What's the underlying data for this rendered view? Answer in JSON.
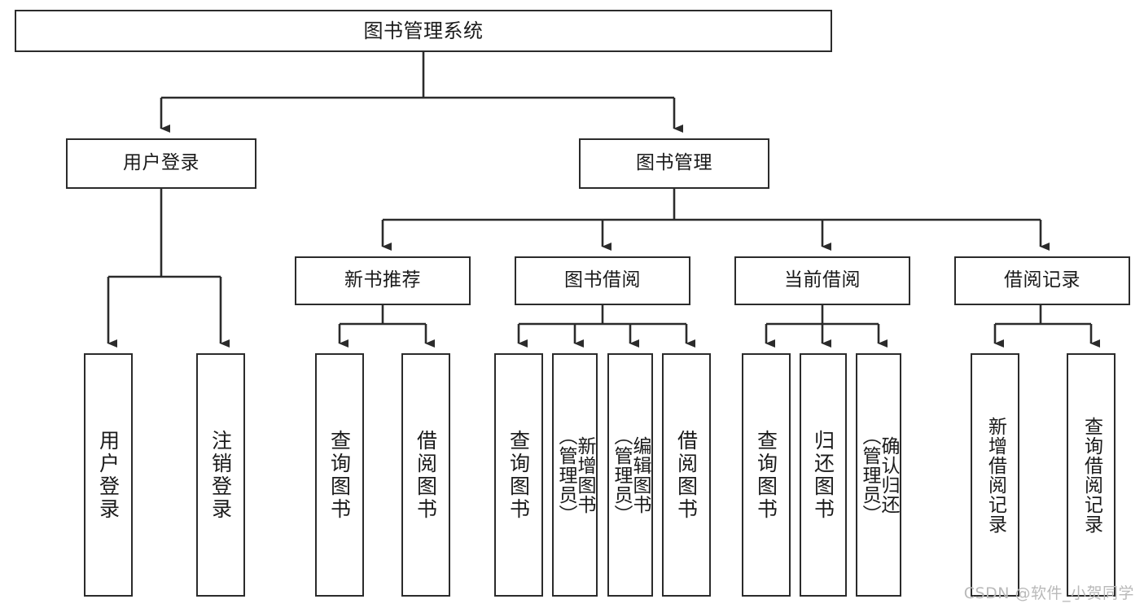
{
  "diagram": {
    "title": "图书管理系统",
    "type": "hierarchy-tree",
    "watermark": "CSDN @软件_小贺同学",
    "colors": {
      "box_border": "#2b2b2b",
      "box_fill": "#ffffff",
      "edge": "#2b2b2b",
      "text": "#1a1a1a",
      "watermark": "#b9b9b9",
      "background": "#ffffff"
    },
    "levels": {
      "root": "图书管理系统",
      "level2": [
        "用户登录",
        "图书管理"
      ],
      "level3": [
        "新书推荐",
        "图书借阅",
        "当前借阅",
        "借阅记录"
      ]
    },
    "nodes": {
      "root": {
        "label": "图书管理系统"
      },
      "user_login": {
        "label": "用户登录"
      },
      "book_manage": {
        "label": "图书管理"
      },
      "new_book_rec": {
        "label": "新书推荐"
      },
      "book_borrow": {
        "label": "图书借阅"
      },
      "current_borrow": {
        "label": "当前借阅"
      },
      "borrow_record": {
        "label": "借阅记录"
      },
      "leaf_user_login": {
        "label": "用户登录"
      },
      "leaf_user_logout": {
        "label": "注销登录"
      },
      "leaf_rec_query": {
        "label": "查询图书"
      },
      "leaf_rec_borrow": {
        "label": "借阅图书"
      },
      "leaf_borrow_query": {
        "label": "查询图书"
      },
      "leaf_borrow_add": {
        "label": "新增图书\n（管理员）"
      },
      "leaf_borrow_edit": {
        "label": "编辑图书\n（管理员）"
      },
      "leaf_borrow_do": {
        "label": "借阅图书"
      },
      "leaf_cur_query": {
        "label": "查询图书"
      },
      "leaf_cur_return": {
        "label": "归还图书"
      },
      "leaf_cur_confirm": {
        "label": "确认归还\n（管理员）"
      },
      "leaf_rec_add": {
        "label": "新增借阅记录"
      },
      "leaf_rec_search": {
        "label": "查询借阅记录"
      }
    }
  }
}
